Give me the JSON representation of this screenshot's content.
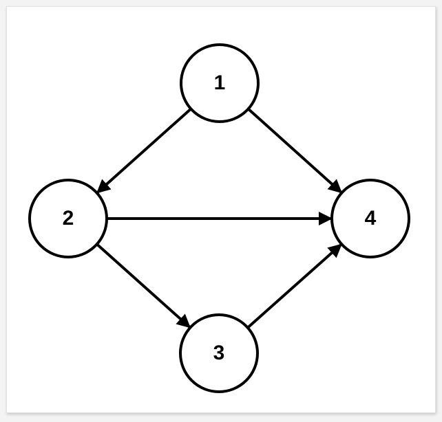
{
  "diagram": {
    "nodes": [
      {
        "id": "1",
        "label": "1"
      },
      {
        "id": "2",
        "label": "2"
      },
      {
        "id": "3",
        "label": "3"
      },
      {
        "id": "4",
        "label": "4"
      }
    ],
    "edges": [
      {
        "from": "1",
        "to": "2"
      },
      {
        "from": "1",
        "to": "4"
      },
      {
        "from": "2",
        "to": "4"
      },
      {
        "from": "2",
        "to": "3"
      },
      {
        "from": "3",
        "to": "4"
      }
    ],
    "colors": {
      "stroke": "#000000",
      "node_fill": "#ffffff",
      "background": "#ffffff"
    }
  }
}
